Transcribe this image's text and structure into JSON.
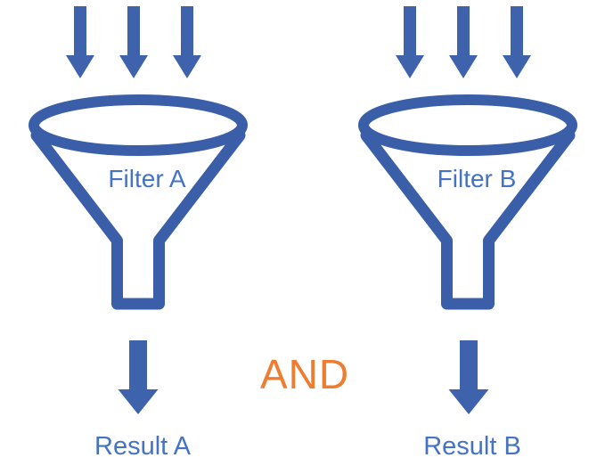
{
  "colors": {
    "background": "#ffffff",
    "arrow_blue": "#3E63AC",
    "funnel_blue": "#3A5EA8",
    "label_blue": "#4472C4",
    "operator_orange": "#ED7D31"
  },
  "operator": {
    "label": "AND"
  },
  "funnels": [
    {
      "id": "A",
      "filter_label": "Filter A",
      "result_label": "Result A",
      "input_arrow_count": 3,
      "output_arrow_count": 1
    },
    {
      "id": "B",
      "filter_label": "Filter B",
      "result_label": "Result B",
      "input_arrow_count": 3,
      "output_arrow_count": 1
    }
  ]
}
